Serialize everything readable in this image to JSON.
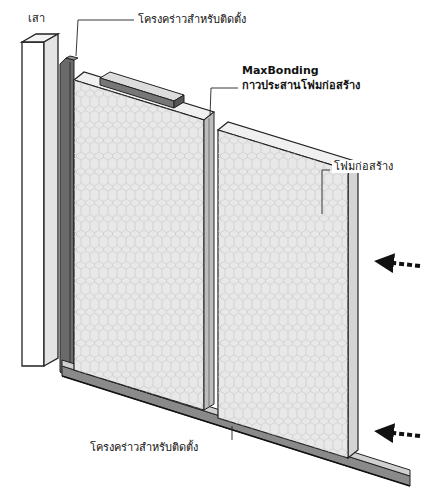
{
  "diagram": {
    "labels": [
      "เสา",
      "โครงคร่าวสำหรับติดตั้ง",
      "MaxBonding",
      "กาวประสานโฟมก่อสร้าง",
      "โฟมก่อสร้าง",
      "โครงคร่าวสำหรับติดตั้ง"
    ]
  }
}
